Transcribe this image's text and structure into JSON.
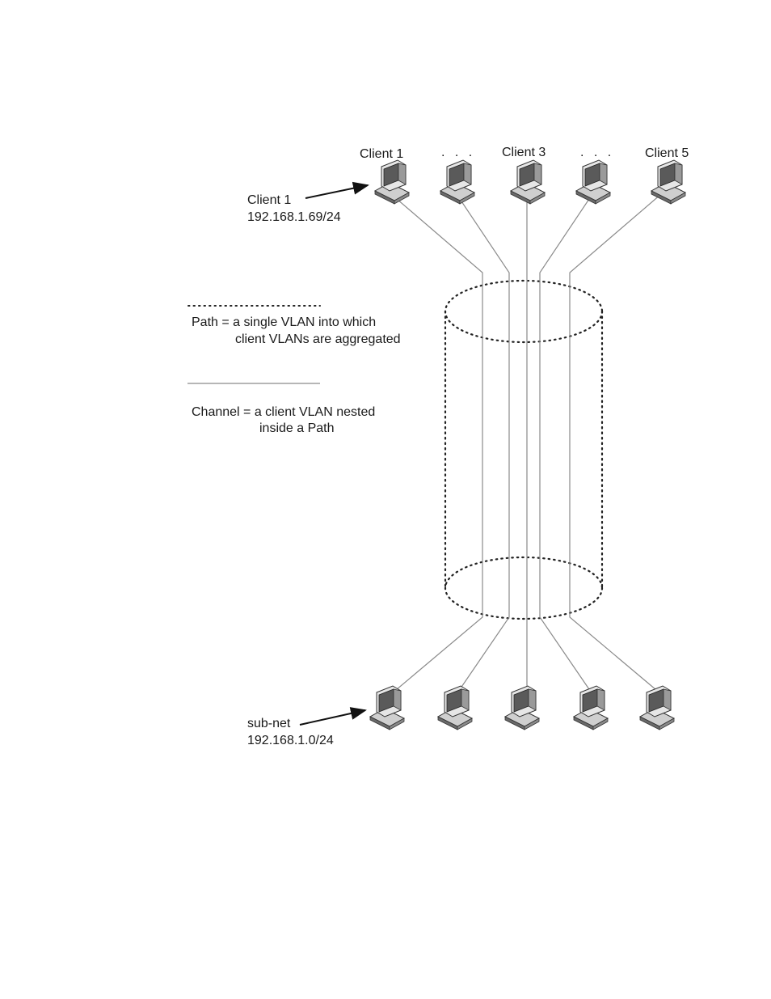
{
  "top_labels": {
    "client1": "Client 1",
    "client3": "Client 3",
    "client5": "Client 5",
    "ellipsis": ". . ."
  },
  "client_callout": {
    "name": "Client 1",
    "ip": "192.168.1.69/24"
  },
  "legend": {
    "path_text_line1": "Path = a single VLAN into which",
    "path_text_line2": "client VLANs are aggregated",
    "channel_text_line1": "Channel = a client VLAN nested",
    "channel_text_line2": "inside a Path"
  },
  "subnet_callout": {
    "name": "sub-net",
    "ip": "192.168.1.0/24"
  },
  "colors": {
    "line": "#8a8a8a",
    "dots": "#222222",
    "computer_dark": "#4a4a4a",
    "computer_light": "#d0d0d0"
  }
}
